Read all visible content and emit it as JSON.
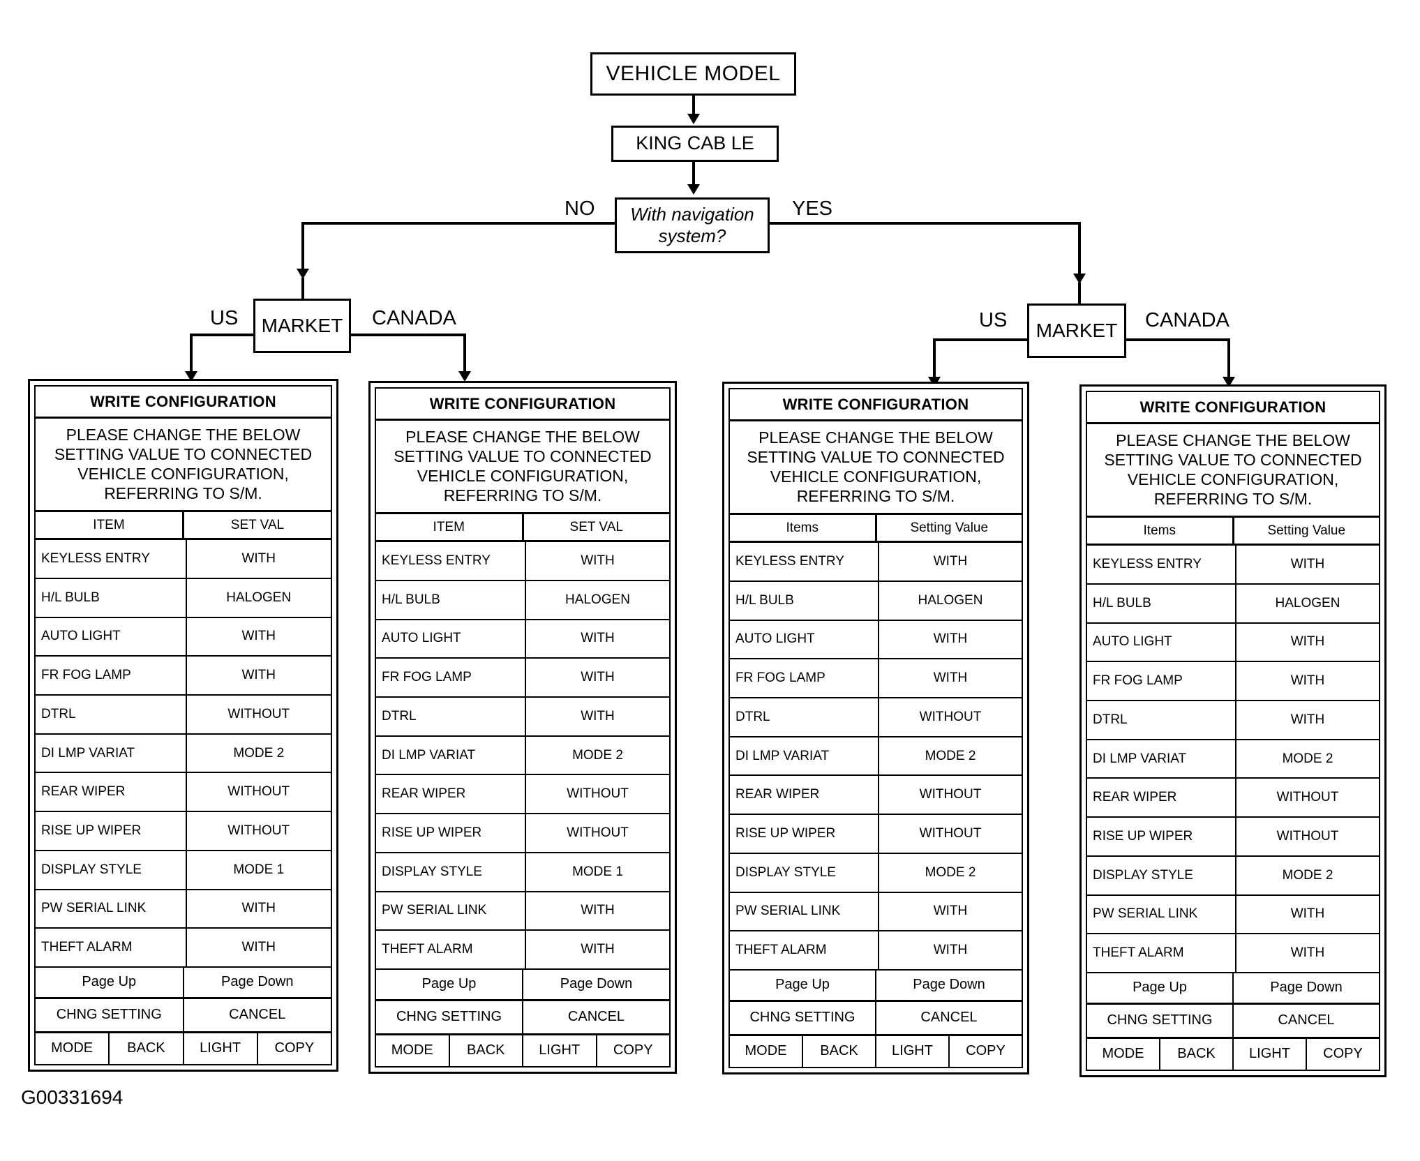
{
  "flow": {
    "vehicle_model": "VEHICLE MODEL",
    "trim": "KING CAB LE",
    "question": "With navigation system?",
    "no_label": "NO",
    "yes_label": "YES",
    "market_left": "MARKET",
    "market_right": "MARKET",
    "us_left": "US",
    "canada_left": "CANADA",
    "us_right": "US",
    "canada_right": "CANADA"
  },
  "figure_id": "G00331694",
  "panel_common": {
    "title": "WRITE CONFIGURATION",
    "description": "PLEASE CHANGE THE BELOW SETTING VALUE TO CONNECTED VEHICLE CONFIGURATION, REFERRING TO S/M.",
    "page_up": "Page Up",
    "page_down": "Page Down",
    "chng_setting": "CHNG SETTING",
    "cancel": "CANCEL",
    "mode": "MODE",
    "back": "BACK",
    "light": "LIGHT",
    "copy": "COPY"
  },
  "panels": [
    {
      "id": "no-nav-us",
      "branch": "NO navigation / US",
      "col_item": "ITEM",
      "col_value": "SET VAL",
      "rows": [
        {
          "item": "KEYLESS ENTRY",
          "value": "WITH"
        },
        {
          "item": "H/L BULB",
          "value": "HALOGEN"
        },
        {
          "item": "AUTO LIGHT",
          "value": "WITH"
        },
        {
          "item": "FR FOG LAMP",
          "value": "WITH"
        },
        {
          "item": "DTRL",
          "value": "WITHOUT"
        },
        {
          "item": "DI LMP VARIAT",
          "value": "MODE 2"
        },
        {
          "item": "REAR WIPER",
          "value": "WITHOUT"
        },
        {
          "item": "RISE UP WIPER",
          "value": "WITHOUT"
        },
        {
          "item": "DISPLAY STYLE",
          "value": "MODE 1"
        },
        {
          "item": "PW SERIAL LINK",
          "value": "WITH"
        },
        {
          "item": "THEFT ALARM",
          "value": "WITH"
        }
      ]
    },
    {
      "id": "no-nav-canada",
      "branch": "NO navigation / CANADA",
      "col_item": "ITEM",
      "col_value": "SET VAL",
      "rows": [
        {
          "item": "KEYLESS ENTRY",
          "value": "WITH"
        },
        {
          "item": "H/L BULB",
          "value": "HALOGEN"
        },
        {
          "item": "AUTO LIGHT",
          "value": "WITH"
        },
        {
          "item": "FR FOG LAMP",
          "value": "WITH"
        },
        {
          "item": "DTRL",
          "value": "WITH"
        },
        {
          "item": "DI LMP VARIAT",
          "value": "MODE 2"
        },
        {
          "item": "REAR WIPER",
          "value": "WITHOUT"
        },
        {
          "item": "RISE UP WIPER",
          "value": "WITHOUT"
        },
        {
          "item": "DISPLAY STYLE",
          "value": "MODE 1"
        },
        {
          "item": "PW SERIAL LINK",
          "value": "WITH"
        },
        {
          "item": "THEFT ALARM",
          "value": "WITH"
        }
      ]
    },
    {
      "id": "nav-us",
      "branch": "YES navigation / US",
      "col_item": "Items",
      "col_value": "Setting Value",
      "rows": [
        {
          "item": "KEYLESS ENTRY",
          "value": "WITH"
        },
        {
          "item": "H/L BULB",
          "value": "HALOGEN"
        },
        {
          "item": "AUTO LIGHT",
          "value": "WITH"
        },
        {
          "item": "FR FOG LAMP",
          "value": "WITH"
        },
        {
          "item": "DTRL",
          "value": "WITHOUT"
        },
        {
          "item": "DI LMP VARIAT",
          "value": "MODE 2"
        },
        {
          "item": "REAR WIPER",
          "value": "WITHOUT"
        },
        {
          "item": "RISE UP WIPER",
          "value": "WITHOUT"
        },
        {
          "item": "DISPLAY STYLE",
          "value": "MODE 2"
        },
        {
          "item": "PW SERIAL LINK",
          "value": "WITH"
        },
        {
          "item": "THEFT ALARM",
          "value": "WITH"
        }
      ]
    },
    {
      "id": "nav-canada",
      "branch": "YES navigation / CANADA",
      "col_item": "Items",
      "col_value": "Setting Value",
      "rows": [
        {
          "item": "KEYLESS ENTRY",
          "value": "WITH"
        },
        {
          "item": "H/L BULB",
          "value": "HALOGEN"
        },
        {
          "item": "AUTO LIGHT",
          "value": "WITH"
        },
        {
          "item": "FR FOG LAMP",
          "value": "WITH"
        },
        {
          "item": "DTRL",
          "value": "WITH"
        },
        {
          "item": "DI LMP VARIAT",
          "value": "MODE 2"
        },
        {
          "item": "REAR WIPER",
          "value": "WITHOUT"
        },
        {
          "item": "RISE UP WIPER",
          "value": "WITHOUT"
        },
        {
          "item": "DISPLAY STYLE",
          "value": "MODE 2"
        },
        {
          "item": "PW SERIAL LINK",
          "value": "WITH"
        },
        {
          "item": "THEFT ALARM",
          "value": "WITH"
        }
      ]
    }
  ]
}
